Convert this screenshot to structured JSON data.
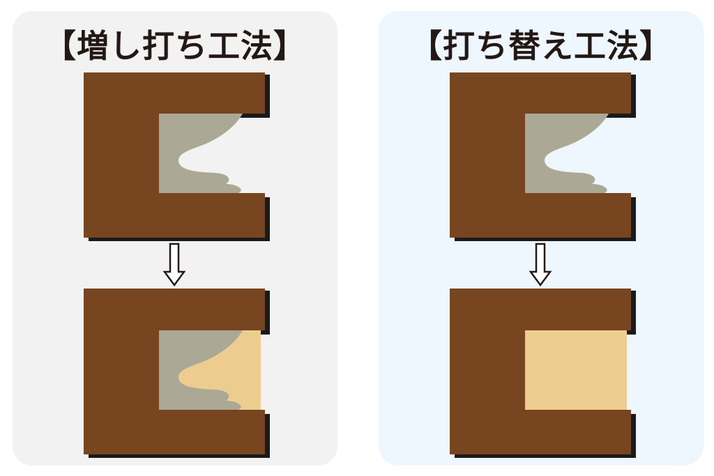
{
  "panels": [
    {
      "id": "left",
      "title": "【増し打ち工法】"
    },
    {
      "id": "right",
      "title": "【打ち替え工法】"
    }
  ],
  "colors": {
    "left_panel_bg": "#f2f2f2",
    "right_panel_bg": "#eef6fe",
    "wood": "#774520",
    "outline": "#1a1a1a",
    "old_sealant": "#aba895",
    "new_sealant": "#edcd8f",
    "arrow": "#231815",
    "title_text": "#231815"
  },
  "icons": {
    "flow_arrow": "down-arrow-icon"
  }
}
